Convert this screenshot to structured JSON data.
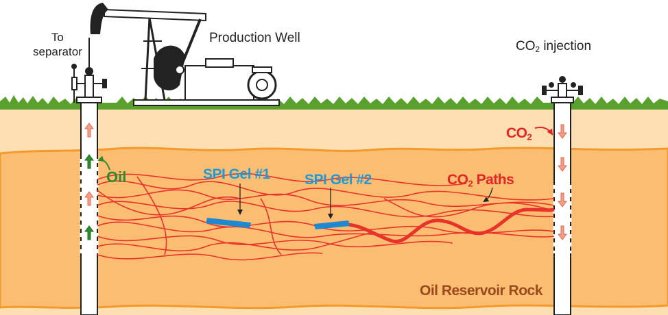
{
  "labels": {
    "separator_line1": "To",
    "separator_line2": "separator",
    "production_well": "Production Well",
    "injection_prefix": "CO",
    "injection_sub": "2",
    "injection_suffix": " injection",
    "co2_prefix": "CO",
    "co2_sub": "2",
    "oil": "Oil",
    "gel1": "SPI Gel #1",
    "gel2": "SPI Gel #2",
    "paths_prefix": "CO",
    "paths_sub": "2",
    "paths_suffix": " Paths",
    "reservoir": "Oil Reservoir Rock"
  },
  "colors": {
    "soil": "#fddfb2",
    "reservoir": "#fbbd71",
    "reservoir_edge": "#f39a2b",
    "grass": "#5aa02c",
    "co2_path": "#e8322a",
    "gel": "#1e88d0",
    "oil_arrow": "#2e8b2e",
    "co2_arrow": "#e8654a"
  },
  "icons": [
    "pump-jack-icon",
    "wellhead-icon",
    "up-arrow-icon",
    "down-arrow-icon",
    "curved-arrow-icon"
  ]
}
